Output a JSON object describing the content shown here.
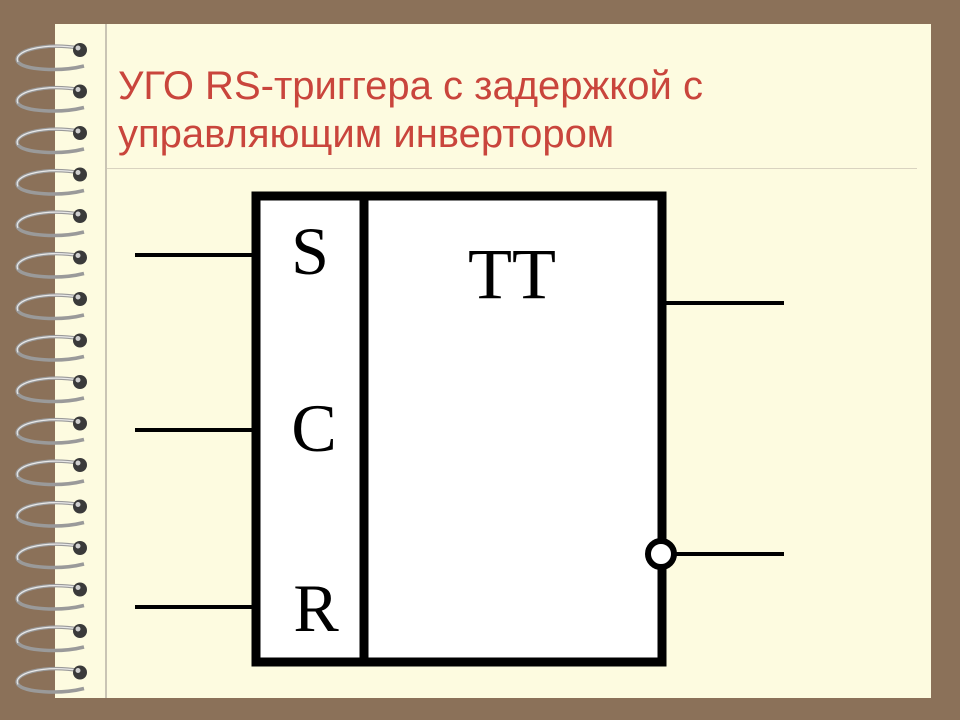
{
  "slide": {
    "title_line1": "УГО RS-триггера с задержкой с",
    "title_line2": "управляющим инвертором"
  },
  "symbol": {
    "inputs": [
      "S",
      "C",
      "R"
    ],
    "function_label": "TT",
    "inverted_output": true
  },
  "colors": {
    "background": "#8b7159",
    "page": "#fdfbe0",
    "title": "#c9453c",
    "stroke": "#000000"
  }
}
